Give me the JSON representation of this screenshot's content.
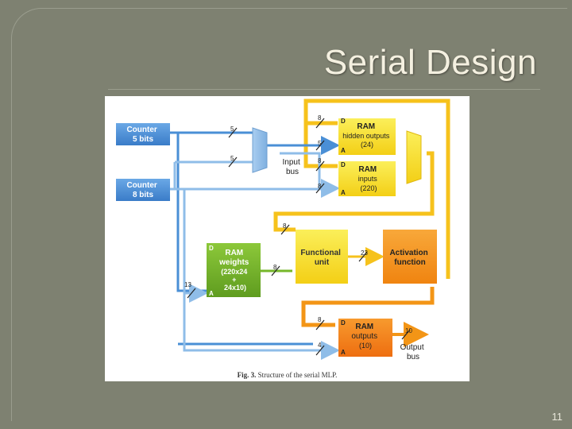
{
  "slide": {
    "title": "Serial Design",
    "page_number": "11"
  },
  "figure": {
    "caption_label": "Fig. 3.",
    "caption_text": "Structure of the serial MLP.",
    "blocks": {
      "counter5": [
        "Counter",
        "5 bits"
      ],
      "counter8": [
        "Counter",
        "8 bits"
      ],
      "input_bus": [
        "Input",
        "bus"
      ],
      "ram_hidden": [
        "RAM",
        "hidden outputs",
        "(24)"
      ],
      "ram_inputs": [
        "RAM",
        "inputs",
        "(220)"
      ],
      "ram_weights": [
        "RAM",
        "weights",
        "(220x24",
        "+",
        "24x10)"
      ],
      "functional": [
        "Functional",
        "unit"
      ],
      "activation": [
        "Activation",
        "function"
      ],
      "ram_outputs": [
        "RAM",
        "outputs",
        "(10)"
      ],
      "output_bus": [
        "Output",
        "bus"
      ]
    },
    "port_labels": {
      "d": "D",
      "a": "A"
    },
    "bus_widths": {
      "hidden_d": "8",
      "hidden_a": "5",
      "inputs_d": "8",
      "inputs_a": "8",
      "counter5": "5",
      "counter8": "5",
      "fu_in_top": "8",
      "fu_in_left": "8",
      "weights_a": "13",
      "fu_out": "23",
      "outputs_d": "8",
      "outputs_a": "4",
      "out_bus": "10"
    },
    "colors": {
      "counter_blue": "#4a8fd6",
      "light_blue": "#8fbde8",
      "yellow_bus": "#f6c21c",
      "yellow_block": "#f8e22a",
      "green_block": "#76b72a",
      "orange_block": "#f39516",
      "dark_orange": "#f07a12"
    }
  }
}
